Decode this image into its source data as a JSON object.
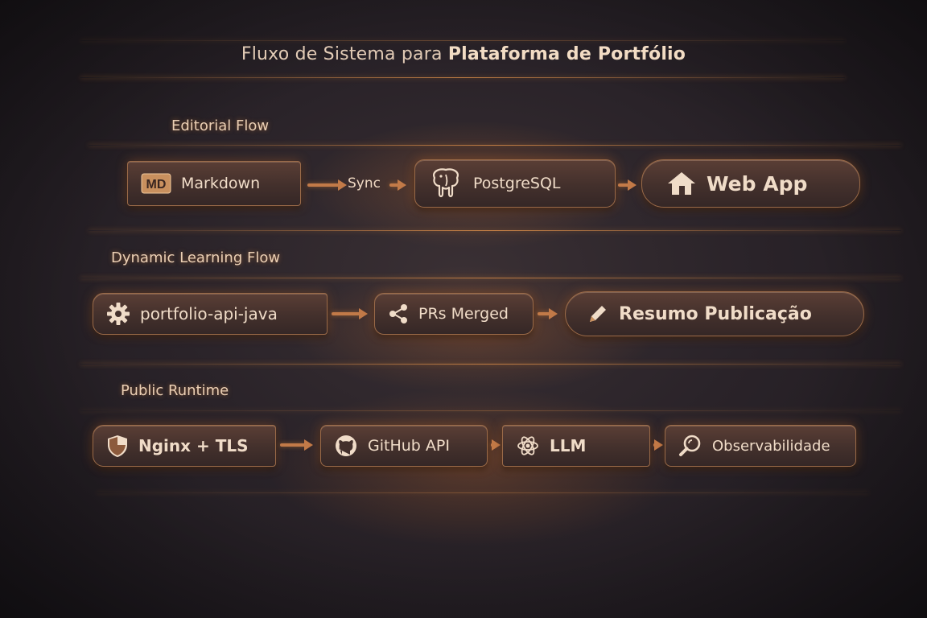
{
  "title": {
    "prefix": "Fluxo de Sistema para",
    "emphasis": "Plataforma de Portfólio"
  },
  "sections": {
    "editorial": {
      "label": "Editorial Flow",
      "nodes": {
        "markdown": "Markdown",
        "postgresql": "PostgreSQL",
        "webapp": "Web App"
      },
      "edge_label": "Sync"
    },
    "dynamic": {
      "label": "Dynamic Learning Flow",
      "nodes": {
        "api": "portfolio-api-java",
        "prs": "PRs Merged",
        "resumo": "Resumo Publicação"
      }
    },
    "runtime": {
      "label": "Public Runtime",
      "nodes": {
        "nginx": "Nginx + TLS",
        "github": "GitHub API",
        "llm": "LLM",
        "obs": "Observabilidade"
      }
    }
  },
  "icons": {
    "markdown": "markdown-badge-icon",
    "postgresql": "elephant-icon",
    "webapp": "house-icon",
    "api": "gear-icon",
    "prs": "share-icon",
    "resumo": "pencil-icon",
    "nginx": "shield-icon",
    "github": "github-icon",
    "llm": "ai-knot-icon",
    "obs": "magnifier-icon"
  },
  "icon_text": {
    "markdown": "MD"
  },
  "colors": {
    "accent": "#c27a48",
    "node_fill": "#43302c",
    "text": "#f0dcc8",
    "background": "#2a2329"
  }
}
